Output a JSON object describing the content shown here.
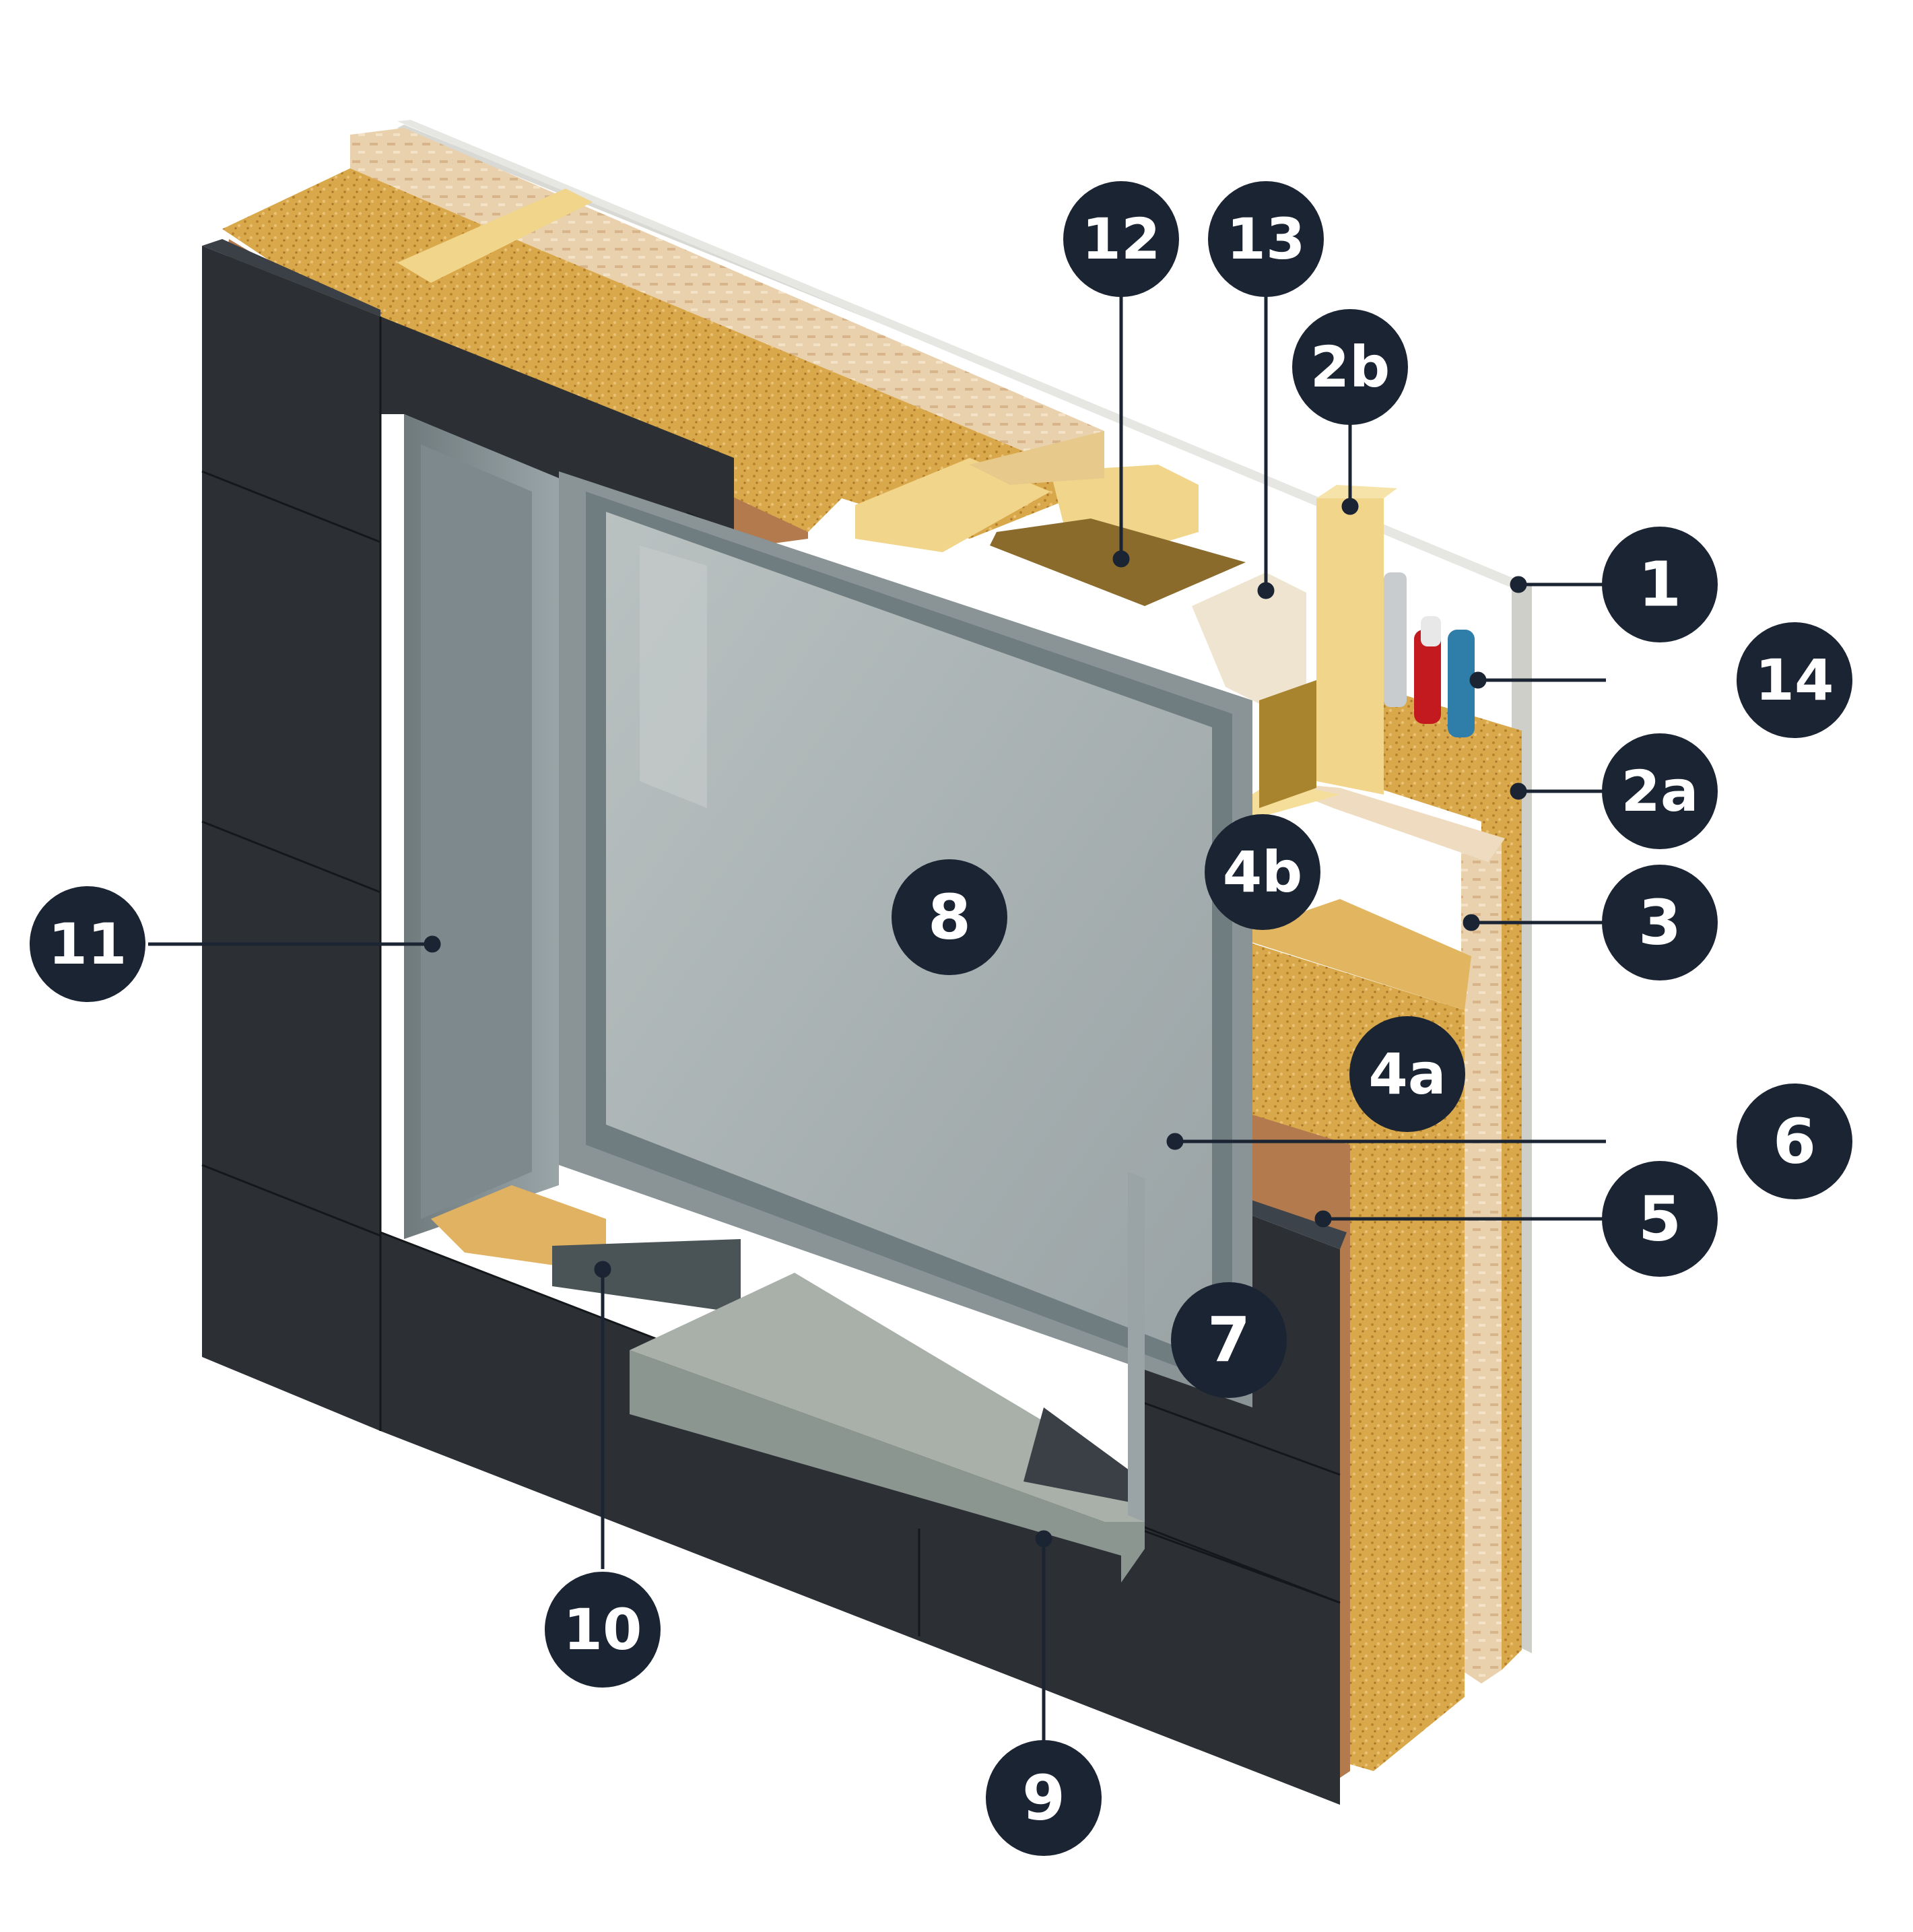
{
  "colors": {
    "panel_dark": "#2c3035",
    "panel_line": "#15181b",
    "insulation": "#d9a84a",
    "insulation_dark": "#b7822c",
    "timber": "#f0d58a",
    "osb": "#e9cfa7",
    "fibreboard": "#b37a4e",
    "plaster": "#d8d8d4",
    "glass": "#a9b1b2",
    "frame": "#8a9496",
    "sill": "#a9b0aa",
    "callout": "#1b2433",
    "leader": "#1b2433"
  },
  "callouts": [
    {
      "id": "1",
      "label": "1"
    },
    {
      "id": "2a",
      "label": "2a"
    },
    {
      "id": "2b",
      "label": "2b"
    },
    {
      "id": "3",
      "label": "3"
    },
    {
      "id": "4a",
      "label": "4a"
    },
    {
      "id": "4b",
      "label": "4b"
    },
    {
      "id": "5",
      "label": "5"
    },
    {
      "id": "6",
      "label": "6"
    },
    {
      "id": "7",
      "label": "7"
    },
    {
      "id": "8",
      "label": "8"
    },
    {
      "id": "9",
      "label": "9"
    },
    {
      "id": "10",
      "label": "10"
    },
    {
      "id": "11",
      "label": "11"
    },
    {
      "id": "12",
      "label": "12"
    },
    {
      "id": "13",
      "label": "13"
    },
    {
      "id": "14",
      "label": "14"
    }
  ]
}
